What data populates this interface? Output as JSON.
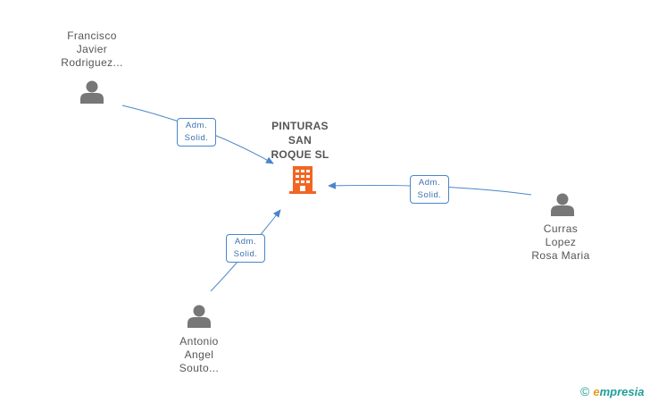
{
  "company": {
    "label_lines": [
      "PINTURAS",
      "SAN",
      "ROQUE SL"
    ],
    "icon": "building-icon",
    "color": "#f26522"
  },
  "persons": [
    {
      "id": "francisco",
      "label_lines": [
        "Francisco",
        "Javier",
        "Rodriguez..."
      ],
      "icon": "person-icon"
    },
    {
      "id": "antonio",
      "label_lines": [
        "Antonio",
        "Angel",
        "Souto..."
      ],
      "icon": "person-icon"
    },
    {
      "id": "curras",
      "label_lines": [
        "Curras",
        "Lopez",
        "Rosa Maria"
      ],
      "icon": "person-icon"
    }
  ],
  "relations": [
    {
      "from": "francisco",
      "lines": [
        "Adm.",
        "Solid."
      ]
    },
    {
      "from": "antonio",
      "lines": [
        "Adm.",
        "Solid."
      ]
    },
    {
      "from": "curras",
      "lines": [
        "Adm.",
        "Solid."
      ]
    }
  ],
  "colors": {
    "edge": "#4a86c8",
    "person": "#777777"
  },
  "footer": {
    "copyright": "©",
    "brand_first": "e",
    "brand_rest": "mpresia"
  }
}
